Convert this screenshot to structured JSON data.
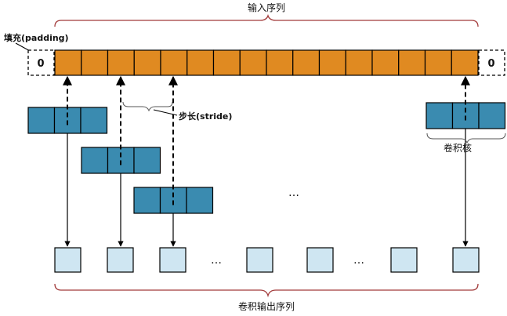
{
  "labels": {
    "input_sequence": "输入序列",
    "padding": "填充(padding)",
    "stride": "步长(stride)",
    "kernel": "卷积核",
    "output_sequence": "卷积输出序列",
    "pad_value_left": "0",
    "pad_value_right": "0",
    "ellipsis_middle": "…",
    "ellipsis_out_1": "…",
    "ellipsis_out_2": "…"
  },
  "colors": {
    "input_cell": "#E08A21",
    "kernel_cell": "#3A8BB0",
    "output_cell": "#CFE6F2",
    "brace": "#A23B3B",
    "line": "#000000"
  },
  "input": {
    "cells": 16
  },
  "kernel": {
    "size": 3
  }
}
